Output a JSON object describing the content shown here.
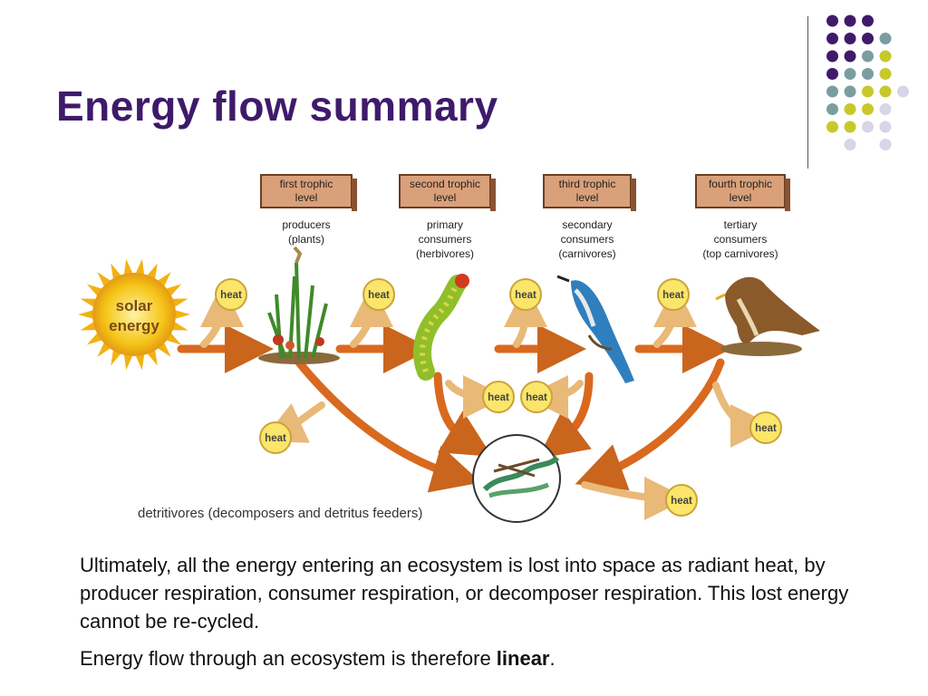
{
  "slide": {
    "title": "Energy flow summary"
  },
  "diagram": {
    "sun_label_1": "solar",
    "sun_label_2": "energy",
    "levels": [
      {
        "box_1": "first trophic",
        "box_2": "level",
        "sub_1": "producers",
        "sub_2": "(plants)",
        "sub_3": ""
      },
      {
        "box_1": "second trophic",
        "box_2": "level",
        "sub_1": "primary",
        "sub_2": "consumers",
        "sub_3": "(herbivores)"
      },
      {
        "box_1": "third trophic",
        "box_2": "level",
        "sub_1": "secondary",
        "sub_2": "consumers",
        "sub_3": "(carnivores)"
      },
      {
        "box_1": "fourth trophic",
        "box_2": "level",
        "sub_1": "tertiary",
        "sub_2": "consumers",
        "sub_3": "(top carnivores)"
      }
    ],
    "heat_label": "heat",
    "detritivores_label": "detritivores (decomposers and detritus feeders)",
    "colors": {
      "box_fill": "#d9a07a",
      "arrow_orange": "#e07a2a",
      "arrow_light": "#f6d7a6",
      "heat_fill": "#fbe56a",
      "sun": "#f5c518"
    }
  },
  "body": {
    "paragraph_1": "Ultimately, all the energy entering an ecosystem is lost into space as radiant heat, by producer respiration, consumer respiration, or decomposer respiration. This lost energy cannot be re-cycled.",
    "paragraph_2_prefix": "Energy flow through an ecosystem is therefore ",
    "paragraph_2_bold": "linear",
    "paragraph_2_suffix": "."
  },
  "decoration": {
    "dot_colors": [
      "#3f1a6b",
      "#7a9e9f",
      "#c7c92a",
      "#d6d6e8"
    ]
  }
}
